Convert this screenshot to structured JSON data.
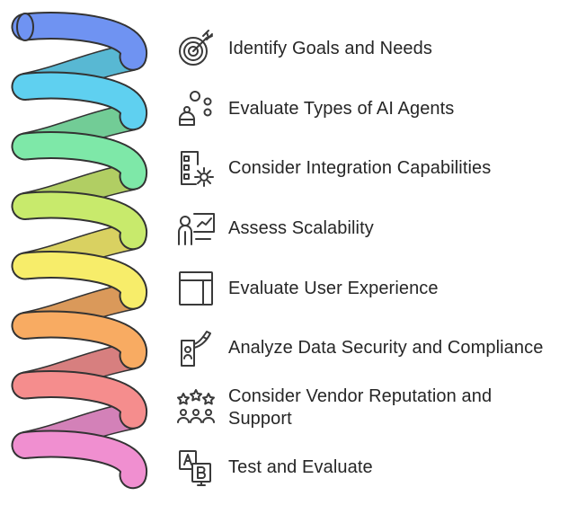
{
  "steps": [
    {
      "label": "Identify Goals and Needs",
      "icon": "target-icon",
      "color": "#6f93f2"
    },
    {
      "label": "Evaluate Types of AI Agents",
      "icon": "ai-agent-icon",
      "color": "#5fd0f0"
    },
    {
      "label": "Consider Integration Capabilities",
      "icon": "integration-gear-icon",
      "color": "#7ee8a8"
    },
    {
      "label": "Assess Scalability",
      "icon": "presenter-chart-icon",
      "color": "#c8ea6c"
    },
    {
      "label": "Evaluate User Experience",
      "icon": "layout-window-icon",
      "color": "#f7ed6a"
    },
    {
      "label": "Analyze Data Security and Compliance",
      "icon": "id-badge-icon",
      "color": "#f8ab62"
    },
    {
      "label": "Consider Vendor Reputation and Support",
      "icon": "stars-people-icon",
      "color": "#f58d8d"
    },
    {
      "label": "Test and Evaluate",
      "icon": "ab-test-icon",
      "color": "#f08fd0"
    }
  ]
}
